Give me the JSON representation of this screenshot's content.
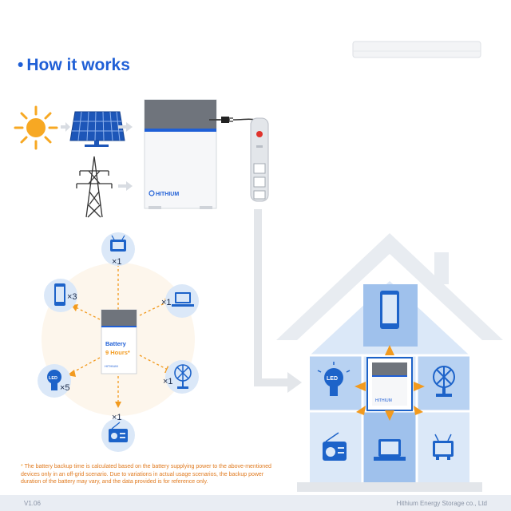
{
  "section": {
    "title": "How it works",
    "bullet": "•"
  },
  "labels": {
    "brand": "HITHIUM",
    "battery_caption": "Battery",
    "battery_hours": "9 Hours*",
    "tv_count": "×1",
    "laptop_count": "×1",
    "fan_count": "×1",
    "radio_count": "×1",
    "led_count": "×5",
    "phone_count": "×3",
    "led_text": "LED"
  },
  "footnote": {
    "star": "*",
    "text": "The battery backup time  is calculated based on the battery supplying power to the above-mentioned devices only in an off-grid scenario. Due to variations in actual usage scenarios, the backup power duration of the battery may vary, and the data provided is for reference only."
  },
  "footer": {
    "version": "V1.06",
    "company": "Hithium Energy Storage co., Ltd"
  },
  "colors": {
    "accent_blue": "#1f5fd6",
    "orange": "#f29a1e",
    "sun": "#f7a823",
    "house_light": "#dbe8f8",
    "house_mid": "#9fc1ec",
    "device_blue": "#1d63c9"
  }
}
